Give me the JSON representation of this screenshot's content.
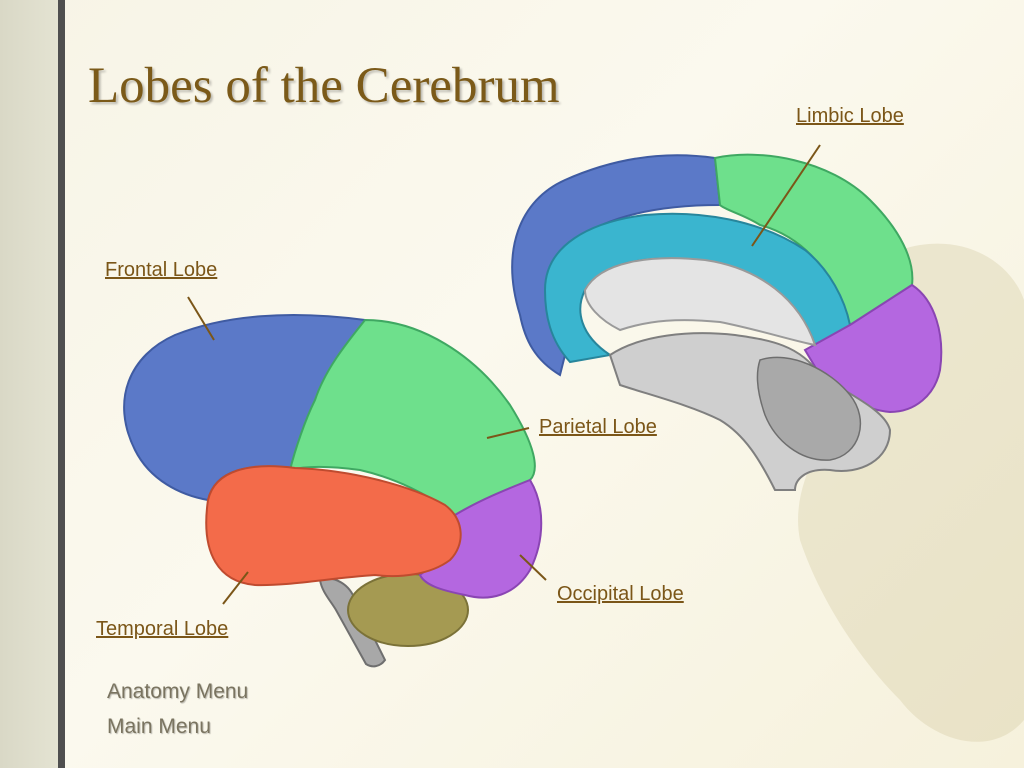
{
  "slide": {
    "title": "Lobes of the Cerebrum"
  },
  "labels": {
    "limbic": "Limbic Lobe",
    "frontal": "Frontal Lobe",
    "parietal": "Parietal Lobe",
    "occipital": "Occipital Lobe",
    "temporal": "Temporal Lobe"
  },
  "menu": {
    "anatomy": "Anatomy Menu",
    "main": "Main Menu"
  },
  "colors": {
    "frontal": "#5b79c8",
    "parietal": "#6ee08c",
    "temporal": "#f36b4a",
    "occipital": "#b467e0",
    "limbic": "#3ab5cf",
    "cerebellum": "#a59a52",
    "title": "#7b5a19",
    "leader": "#7b5618"
  }
}
